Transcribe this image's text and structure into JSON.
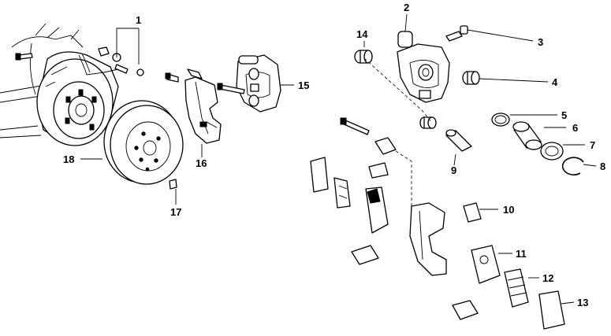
{
  "callouts": {
    "c1": "1",
    "c2": "2",
    "c3": "3",
    "c4": "4",
    "c5": "5",
    "c6": "6",
    "c7": "7",
    "c8": "8",
    "c9": "9",
    "c10": "10",
    "c11": "11",
    "c12": "12",
    "c13": "13",
    "c14": "14",
    "c15": "15",
    "c16": "16",
    "c17": "17",
    "c18": "18"
  },
  "colors": {
    "line": "#000000",
    "background": "#ffffff"
  }
}
